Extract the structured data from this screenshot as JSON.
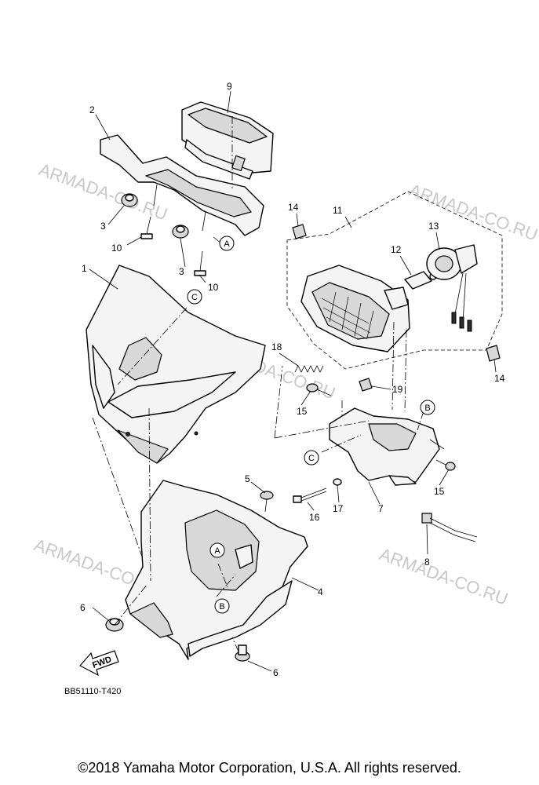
{
  "diagram": {
    "drawing_code": "BB51110-T420",
    "fwd_label": "FWD",
    "watermark": "ARMADA-CO.RU",
    "callouts": {
      "c1": "1",
      "c2": "2",
      "c3a": "3",
      "c3b": "3",
      "c4": "4",
      "c5": "5",
      "c6a": "6",
      "c6b": "6",
      "c7": "7",
      "c8": "8",
      "c9": "9",
      "c10a": "10",
      "c10b": "10",
      "c11": "11",
      "c12": "12",
      "c13": "13",
      "c14a": "14",
      "c14b": "14",
      "c15a": "15",
      "c15b": "15",
      "c16": "16",
      "c17": "17",
      "c18": "18",
      "c19": "19"
    },
    "refs": {
      "a_top": "A",
      "a_bottom": "A",
      "b_top": "B",
      "b_bottom": "B",
      "c_top": "C",
      "c_bottom": "C"
    }
  },
  "footer": {
    "copyright": "©2018 Yamaha Motor Corporation, U.S.A. All rights reserved."
  }
}
